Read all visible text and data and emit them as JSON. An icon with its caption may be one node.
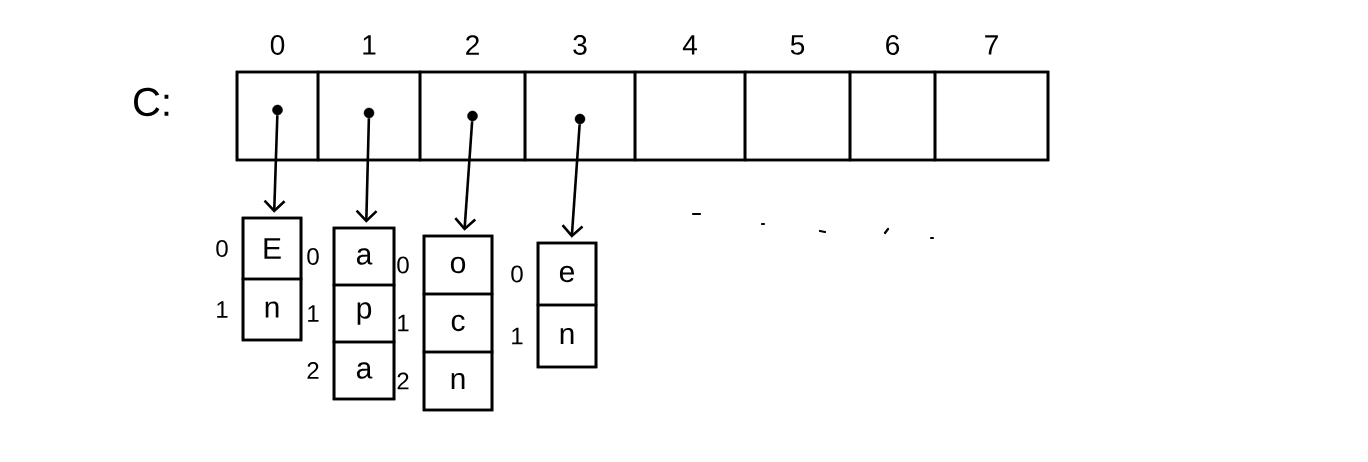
{
  "diagram": {
    "nodes": [
      {
        "text": [],
        "shape": "box",
        "beside": [
          "C:"
        ]
      },
      {
        "text": [],
        "shape": "box",
        "in": 0,
        "beside": [
          "0"
        ]
      },
      {
        "text": [],
        "shape": "circle",
        "in": 1
      },
      {
        "text": [],
        "shape": "box",
        "in": 0,
        "beside": [
          "1"
        ]
      },
      {
        "text": [],
        "shape": "circle",
        "in": 3
      },
      {
        "text": [],
        "shape": "box",
        "in": 0,
        "beside": [
          "2"
        ]
      },
      {
        "text": [],
        "shape": "circle",
        "in": 5
      },
      {
        "text": [],
        "shape": "box",
        "in": 0,
        "beside": [
          "3"
        ]
      },
      {
        "text": [],
        "shape": "circle",
        "in": 7
      },
      {
        "text": [],
        "shape": "box",
        "in": 0,
        "beside": [
          "4"
        ]
      },
      {
        "text": [],
        "shape": "box",
        "in": 0,
        "beside": [
          "5"
        ]
      },
      {
        "text": [],
        "shape": "box",
        "in": 0,
        "beside": [
          "6"
        ]
      },
      {
        "text": [],
        "shape": "box",
        "in": 0,
        "beside": [
          "7"
        ]
      },
      {
        "text": [],
        "shape": "box"
      },
      {
        "text": [
          "E"
        ],
        "in": 13,
        "beside": [
          "0"
        ]
      },
      {
        "text": [
          "n"
        ],
        "in": 13,
        "beside": [
          "1"
        ]
      },
      {
        "text": [],
        "shape": "box"
      },
      {
        "text": [
          "a"
        ],
        "in": 16,
        "beside": [
          "0"
        ]
      },
      {
        "text": [
          "p"
        ],
        "in": 16,
        "beside": [
          "1"
        ]
      },
      {
        "text": [
          "a"
        ],
        "in": 16,
        "beside": [
          "2"
        ]
      },
      {
        "text": [],
        "shape": "box"
      },
      {
        "text": [
          "o"
        ],
        "in": 20,
        "beside": [
          "0"
        ]
      },
      {
        "text": [
          "c"
        ],
        "in": 20,
        "beside": [
          "1"
        ]
      },
      {
        "text": [
          "n"
        ],
        "in": 20,
        "beside": [
          "2"
        ]
      },
      {
        "text": [],
        "shape": "box"
      },
      {
        "text": [
          "e"
        ],
        "in": 24,
        "beside": [
          "0"
        ]
      },
      {
        "text": [
          "n"
        ],
        "in": 24,
        "beside": [
          "1"
        ]
      }
    ],
    "edges": [
      {
        "from": 2,
        "to": 13,
        "arrow": "to"
      },
      {
        "from": 4,
        "to": 16,
        "arrow": "to"
      },
      {
        "from": 6,
        "to": 20,
        "arrow": "to"
      },
      {
        "from": 8,
        "to": 24,
        "arrow": "to"
      }
    ]
  }
}
